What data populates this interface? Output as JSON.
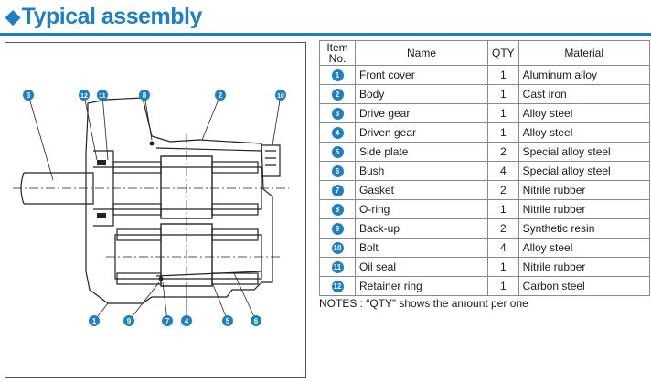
{
  "heading": {
    "marker": "◆",
    "text": "Typical assembly"
  },
  "table": {
    "headers": {
      "item_no": "Item No.",
      "name": "Name",
      "qty": "QTY",
      "material": "Material"
    },
    "rows": [
      {
        "no": "1",
        "name": "Front cover",
        "qty": "1",
        "material": "Aluminum alloy"
      },
      {
        "no": "2",
        "name": "Body",
        "qty": "1",
        "material": "Cast iron"
      },
      {
        "no": "3",
        "name": "Drive gear",
        "qty": "1",
        "material": "Alloy steel"
      },
      {
        "no": "4",
        "name": "Driven gear",
        "qty": "1",
        "material": "Alloy steel"
      },
      {
        "no": "5",
        "name": "Side plate",
        "qty": "2",
        "material": "Special alloy steel"
      },
      {
        "no": "6",
        "name": "Bush",
        "qty": "4",
        "material": "Special alloy steel"
      },
      {
        "no": "7",
        "name": "Gasket",
        "qty": "2",
        "material": "Nitrile rubber"
      },
      {
        "no": "8",
        "name": "O-ring",
        "qty": "1",
        "material": "Nitrile rubber"
      },
      {
        "no": "9",
        "name": "Back-up",
        "qty": "2",
        "material": "Synthetic resin"
      },
      {
        "no": "10",
        "name": "Bolt",
        "qty": "4",
        "material": "Alloy steel"
      },
      {
        "no": "11",
        "name": "Oil seal",
        "qty": "1",
        "material": "Nitrile rubber"
      },
      {
        "no": "12",
        "name": "Retainer ring",
        "qty": "1",
        "material": "Carbon steel"
      }
    ]
  },
  "notes": "NOTES : “QTY” shows the amount per one",
  "callouts": [
    "3",
    "12",
    "11",
    "8",
    "2",
    "10",
    "1",
    "9",
    "7",
    "4",
    "5",
    "6"
  ],
  "colors": {
    "accent": "#1e7fc4"
  }
}
